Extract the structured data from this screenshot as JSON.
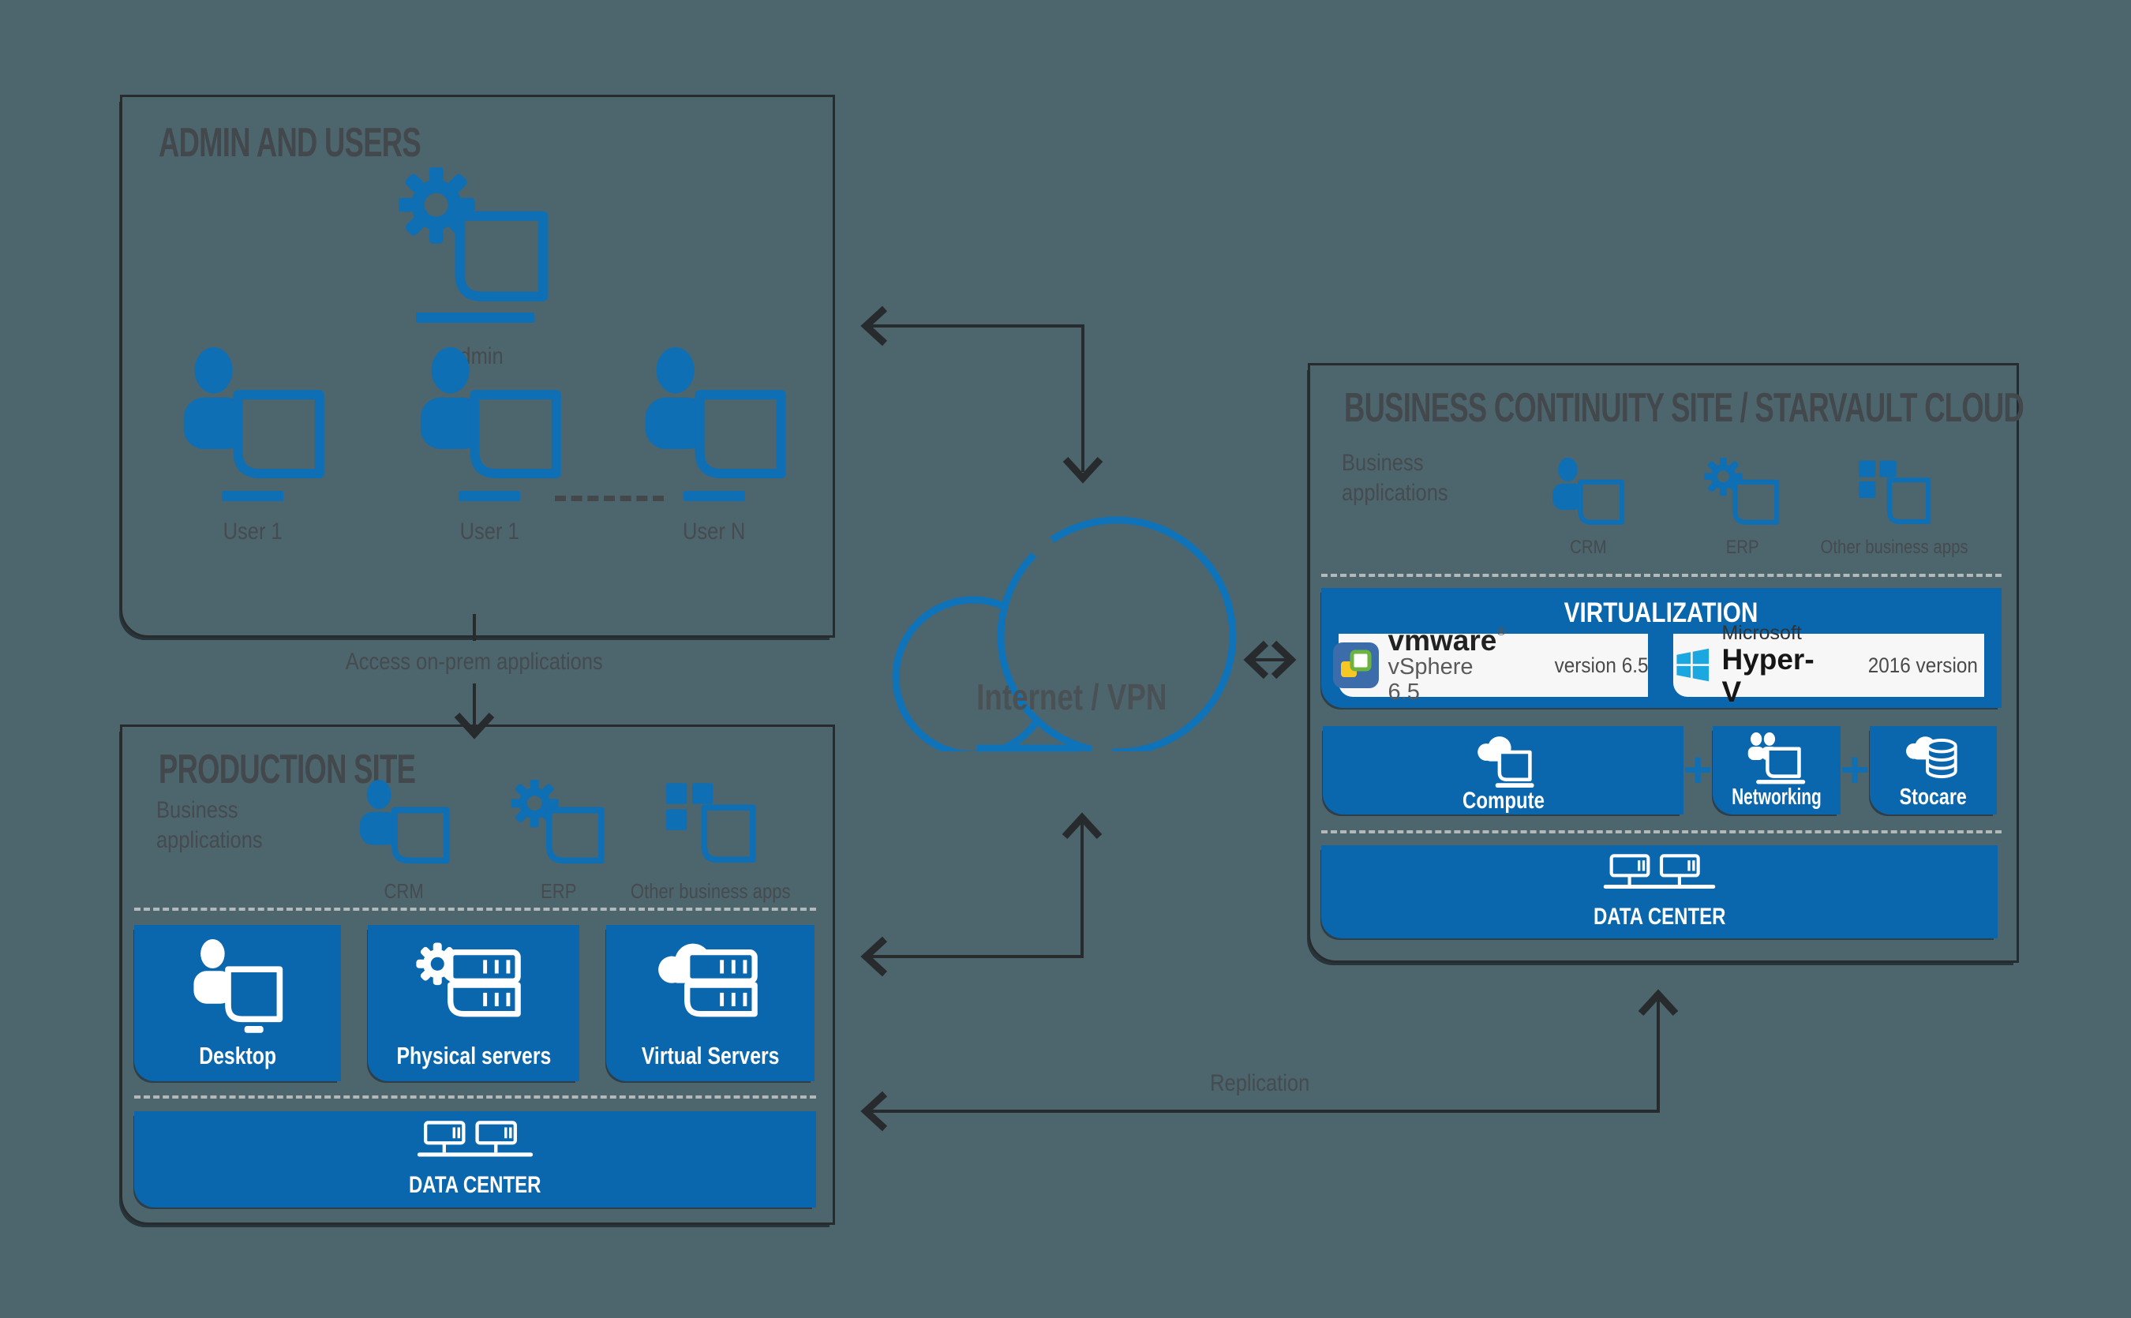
{
  "colors": {
    "background": "#4d656d",
    "accent_blue": "#0e6fb5",
    "panel_blue": "#0a66ad",
    "line_ink": "#272b2d",
    "text_gray": "#454b4e",
    "hyperv_cyan": "#1ba7e0",
    "vmware_green": "#6db33f",
    "vmware_yellow": "#f7c824"
  },
  "admin_box": {
    "title": "ADMIN AND USERS",
    "admin_label": "Admin",
    "users": [
      {
        "label": "User 1"
      },
      {
        "label": "User 1"
      },
      {
        "label": "User N"
      }
    ]
  },
  "access_label": "Access on-prem applications",
  "production_box": {
    "title": "PRODUCTION SITE",
    "apps_label": "Business applications",
    "apps": [
      {
        "label": "CRM"
      },
      {
        "label": "ERP"
      },
      {
        "label": "Other business apps"
      }
    ],
    "tiles": [
      {
        "label": "Desktop"
      },
      {
        "label": "Physical servers"
      },
      {
        "label": "Virtual Servers"
      }
    ],
    "datacenter_label": "DATA CENTER"
  },
  "cloud": {
    "label": "Internet / VPN"
  },
  "bc_box": {
    "title": "BUSINESS CONTINUITY SITE / STARVAULT CLOUD",
    "apps_label": "Business applications",
    "apps": [
      {
        "label": "CRM"
      },
      {
        "label": "ERP"
      },
      {
        "label": "Other business apps"
      }
    ],
    "virtualization": {
      "title": "VIRTUALIZATION",
      "vmware": {
        "brand": "vmware",
        "reg": "®",
        "product": "vSphere 6.5",
        "version": "version 6.5"
      },
      "hyperv": {
        "brand": "Microsoft",
        "product": "Hyper-V",
        "version": "2016 version"
      }
    },
    "plus": "+",
    "resources": [
      {
        "label": "Compute"
      },
      {
        "label": "Networking"
      },
      {
        "label": "Stocare"
      }
    ],
    "datacenter_label": "DATA CENTER"
  },
  "replication_label": "Replication",
  "icons": {
    "admin": "gear-laptop-icon",
    "user": "person-monitor-icon",
    "crm": "person-monitor-icon",
    "erp": "gear-monitor-icon",
    "other_apps": "app-grid-monitor-icon",
    "desktop": "person-monitor-stand-icon",
    "physical_servers": "gear-server-stack-icon",
    "virtual_servers": "cloud-server-stack-icon",
    "compute": "cloud-laptop-icon",
    "networking": "two-people-laptop-icon",
    "stocare": "cloud-database-icon",
    "datacenter": "networked-monitors-icon",
    "cloud": "cloud-outline-icon",
    "vmware": "vmware-vsphere-logo",
    "hyperv": "microsoft-hyperv-logo"
  }
}
